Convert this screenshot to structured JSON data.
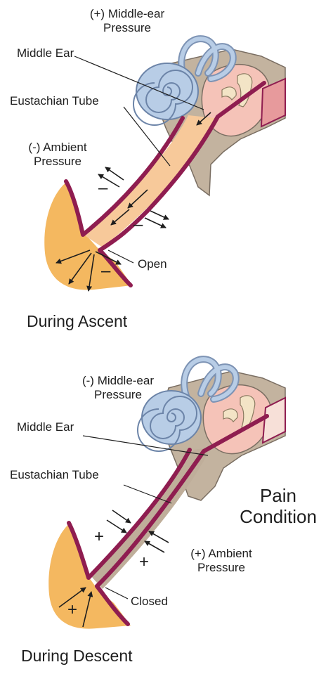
{
  "ascent": {
    "middle_ear_pressure": [
      "(+) Middle-ear",
      "Pressure"
    ],
    "middle_ear": "Middle Ear",
    "eustachian_tube": "Eustachian Tube",
    "ambient_pressure": [
      "(-) Ambient",
      "Pressure"
    ],
    "tube_state": "Open",
    "caption": "During Ascent",
    "sign": "–"
  },
  "descent": {
    "middle_ear_pressure": [
      "(-) Middle-ear",
      "Pressure"
    ],
    "middle_ear": "Middle Ear",
    "eustachian_tube": "Eustachian Tube",
    "ambient_pressure": [
      "(+)  Ambient",
      "Pressure"
    ],
    "tube_state": "Closed",
    "caption": "During Descent",
    "condition": [
      "Pain",
      "Condition"
    ],
    "sign": "+"
  },
  "colors": {
    "bone": "#c3b39f",
    "bone_stroke": "#7a6e62",
    "tube_wall": "#8f1d50",
    "throat_fill": "#f4b860",
    "tube_fill": "#f7c99a",
    "inner_ear": "#b8cde6",
    "middle_ear_fill": "#f5c3b8",
    "ossicle": "#f3e4c6"
  }
}
